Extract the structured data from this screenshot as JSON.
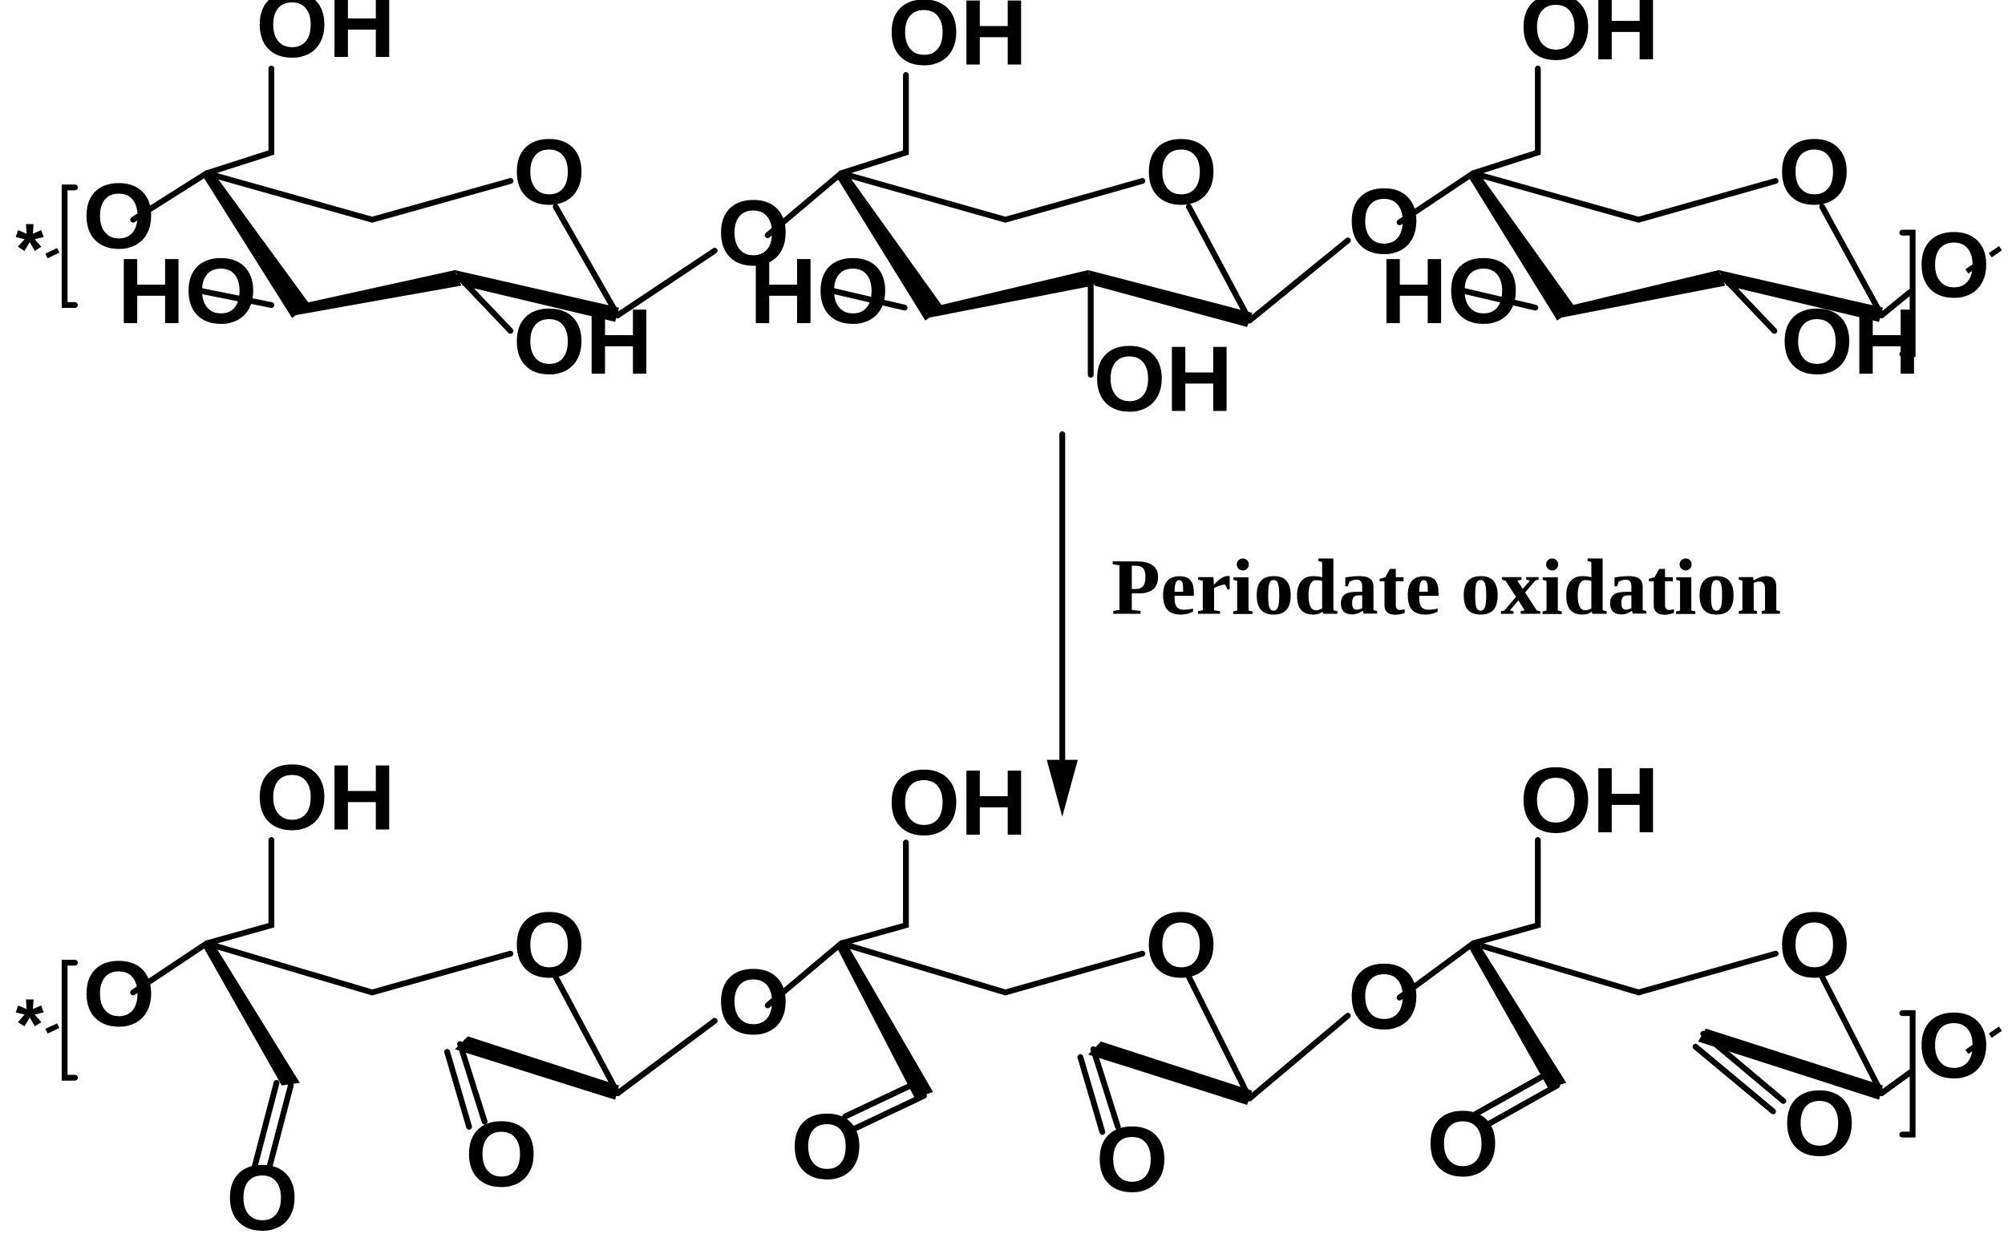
{
  "reagent": "Periodate oxidation",
  "labels": {
    "OH": "OH",
    "HO": "HO",
    "O": "O",
    "star": "*"
  },
  "colors": {
    "ink": "#000000",
    "background": "#ffffff"
  }
}
